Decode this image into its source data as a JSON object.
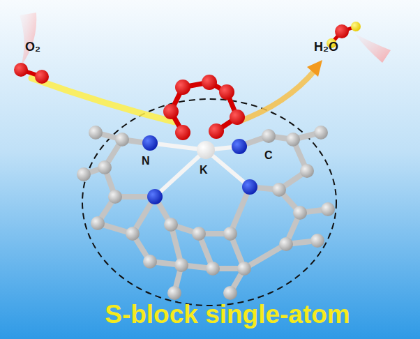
{
  "diagram": {
    "title": "S-block single-atom",
    "labels": [
      "O₂",
      "H₂O",
      "N",
      "K",
      "C"
    ]
  }
}
